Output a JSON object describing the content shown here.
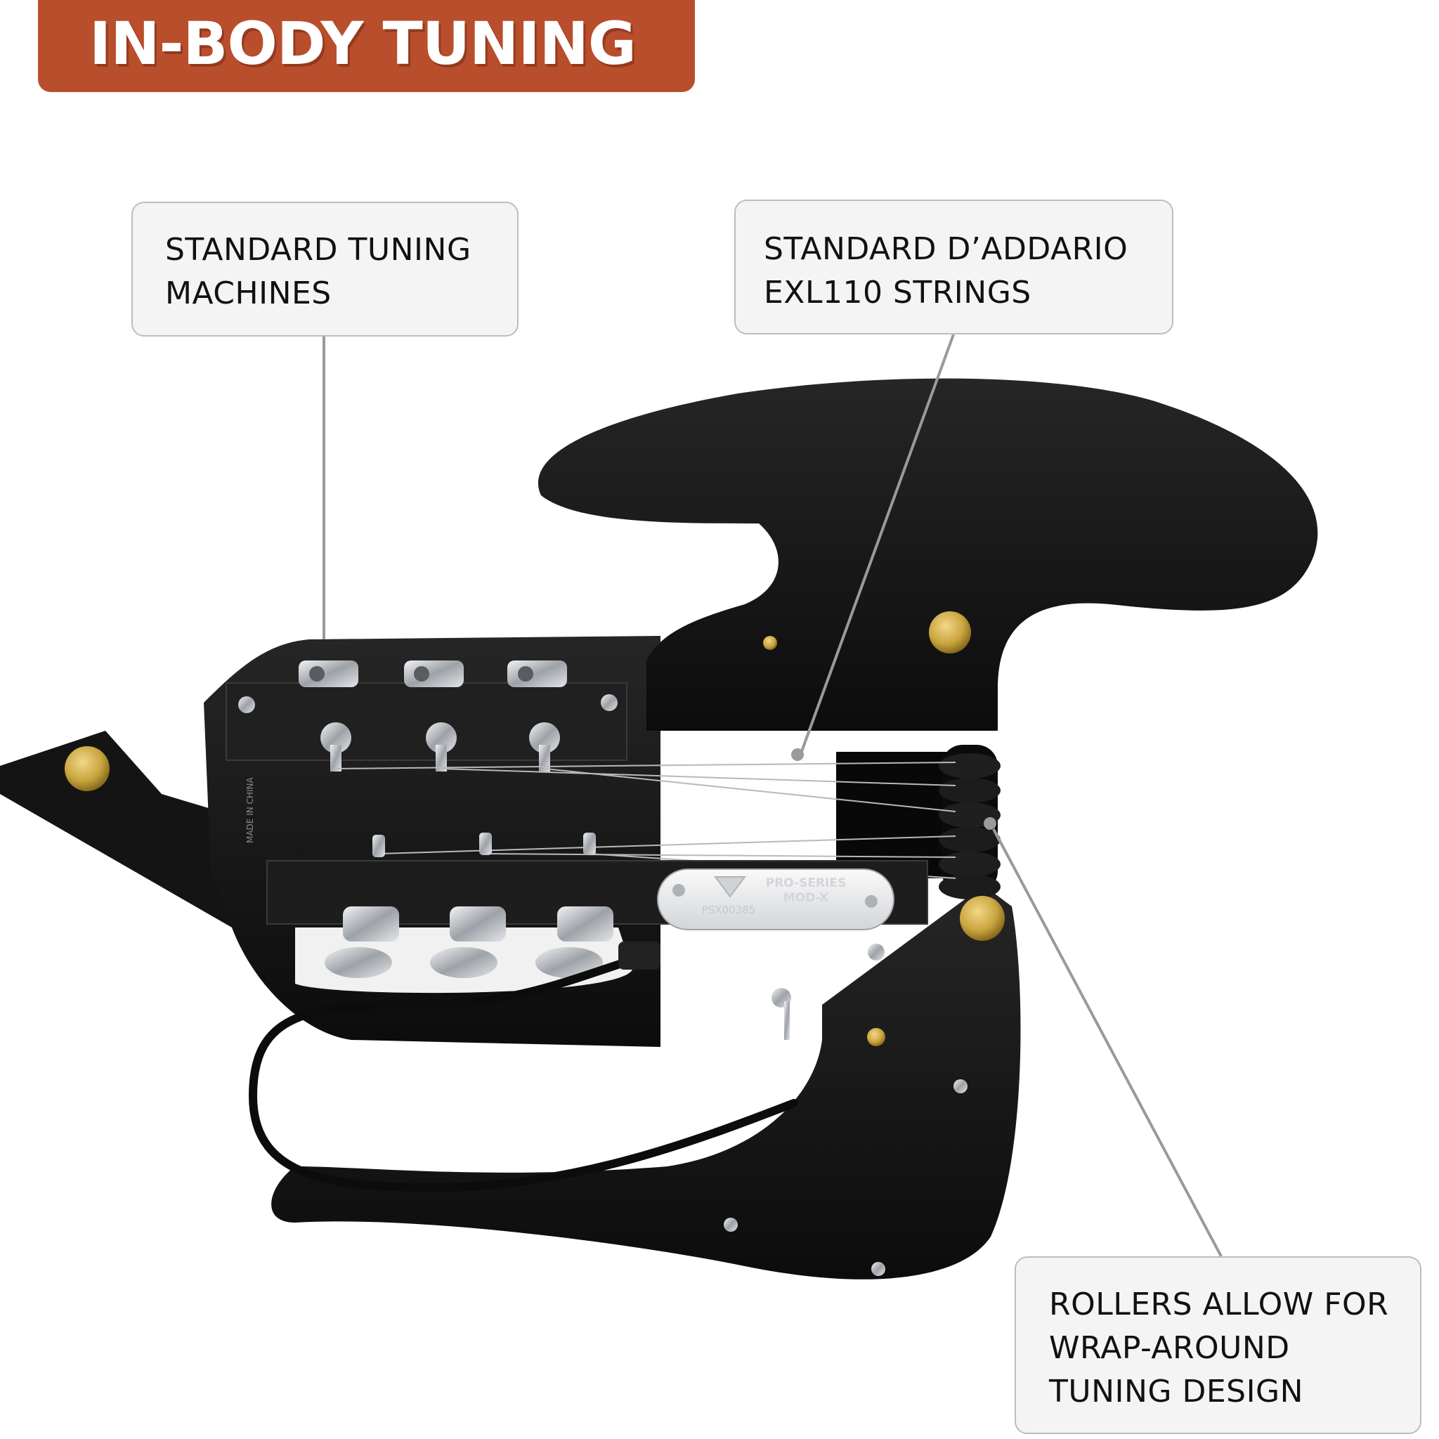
{
  "title": "IN-BODY TUNING",
  "callouts": {
    "tuning": {
      "line1": "STANDARD TUNING",
      "line2": "MACHINES"
    },
    "strings": {
      "line1": "STANDARD D’ADDARIO",
      "line2": "EXL110 STRINGS"
    },
    "rollers": {
      "line1": "ROLLERS ALLOW FOR",
      "line2": "WRAP-AROUND",
      "line3": "TUNING DESIGN"
    }
  },
  "plate": {
    "line1": "PRO-SERIES",
    "line2": "MOD-X",
    "serial": "PSX00385"
  },
  "body_marking": "MADE IN CHINA",
  "colors": {
    "title_bg": "#b94e2c",
    "body": "#161616",
    "brass": "#c9a53e",
    "chrome": "#c9ccd0",
    "callout_bg": "#f4f4f4",
    "leader": "#9a9a9a"
  }
}
